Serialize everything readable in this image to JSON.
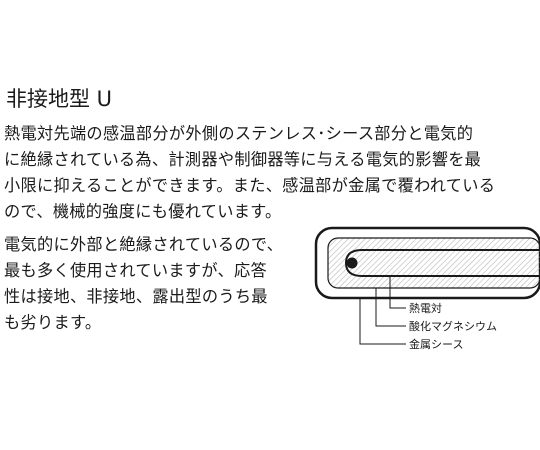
{
  "title": "非接地型 U",
  "paragraph_top": [
    "熱電対先端の感温部分が外側のステンレス･シース部分と電気的",
    "に絶縁されている為、計測器や制御器等に与える電気的影響を最",
    "小限に抑えることができます。また、感温部が金属で覆われている",
    "ので、機械的強度にも優れています。"
  ],
  "paragraph_left": [
    "電気的に外部と絶縁されているので、",
    "最も多く使用されていますが、応答",
    "性は接地、非接地、露出型のうち最",
    "も劣ります。"
  ],
  "diagram_labels": {
    "thermocouple": "熱電対",
    "mgo": "酸化マグネシウム",
    "sheath": "金属シース"
  }
}
